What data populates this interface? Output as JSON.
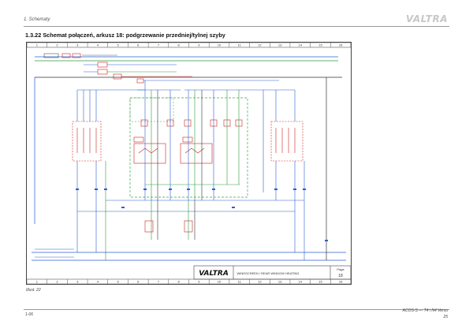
{
  "header": {
    "section": "1. Schematy",
    "brand": "VALTRA"
  },
  "title": "1.3.22 Schemat połączeń, arkusz 18: podgrzewanie przedniej/tylnej szyby",
  "sheet": {
    "columns": [
      "1",
      "2",
      "3",
      "4",
      "5",
      "6",
      "7",
      "8",
      "9",
      "10",
      "11",
      "12",
      "13",
      "14",
      "15",
      "16"
    ],
    "titleblock": {
      "brand": "VALTRA",
      "caption": "WINDSCREEN / REAR WINDOW HEATING",
      "page_label": "Page",
      "page_number": "18"
    }
  },
  "illustration": "Illust. 22",
  "footer": {
    "page": "1-06",
    "model": "ACOS-S — T4 i N4 Versu",
    "code": "25"
  },
  "colors": {
    "wire_blue": "#2a5fd0",
    "wire_green": "#2a9a3a",
    "wire_red": "#d02828",
    "wire_black": "#333333",
    "box_dash": "#38a64a",
    "component_red": "#cc2222"
  }
}
